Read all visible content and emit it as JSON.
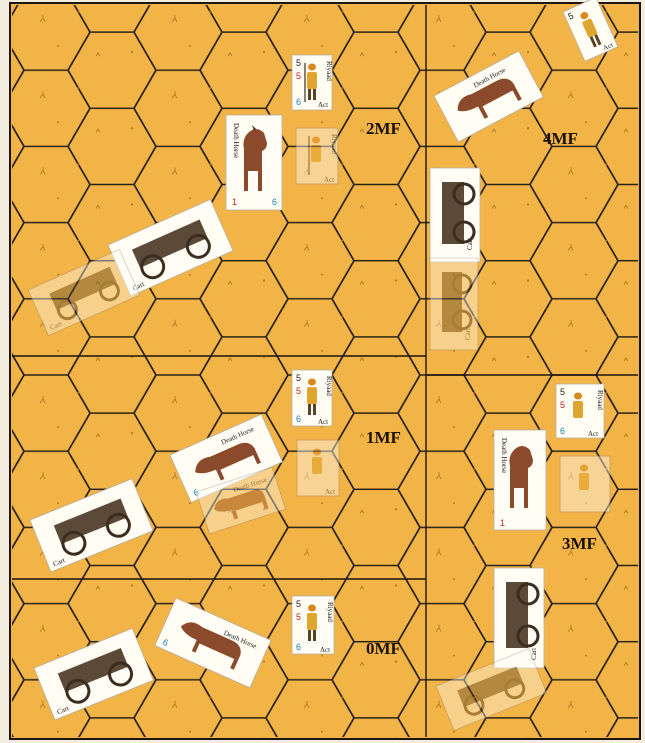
{
  "map": {
    "colors": {
      "hex_fill": "#f2b347",
      "hex_line": "#2a2318",
      "frame": "#1c150d",
      "page_bg": "#f3ede0"
    }
  },
  "panels": [
    {
      "id": "panel-a",
      "mf_label": "2MF"
    },
    {
      "id": "panel-b",
      "mf_label": "1MF"
    },
    {
      "id": "panel-c",
      "mf_label": "0MF"
    },
    {
      "id": "panel-d",
      "mf_label": "4MF"
    },
    {
      "id": "panel-e",
      "mf_label": "3MF"
    }
  ],
  "counters": {
    "horse": {
      "name": "Death Horse",
      "num_top": "1",
      "num_bottom": "6"
    },
    "rider": {
      "name": "Riyaad",
      "num_top": "5",
      "num_mid": "5",
      "num_bottom": "6",
      "side": "Act"
    },
    "cart": {
      "name": "Cart"
    }
  }
}
